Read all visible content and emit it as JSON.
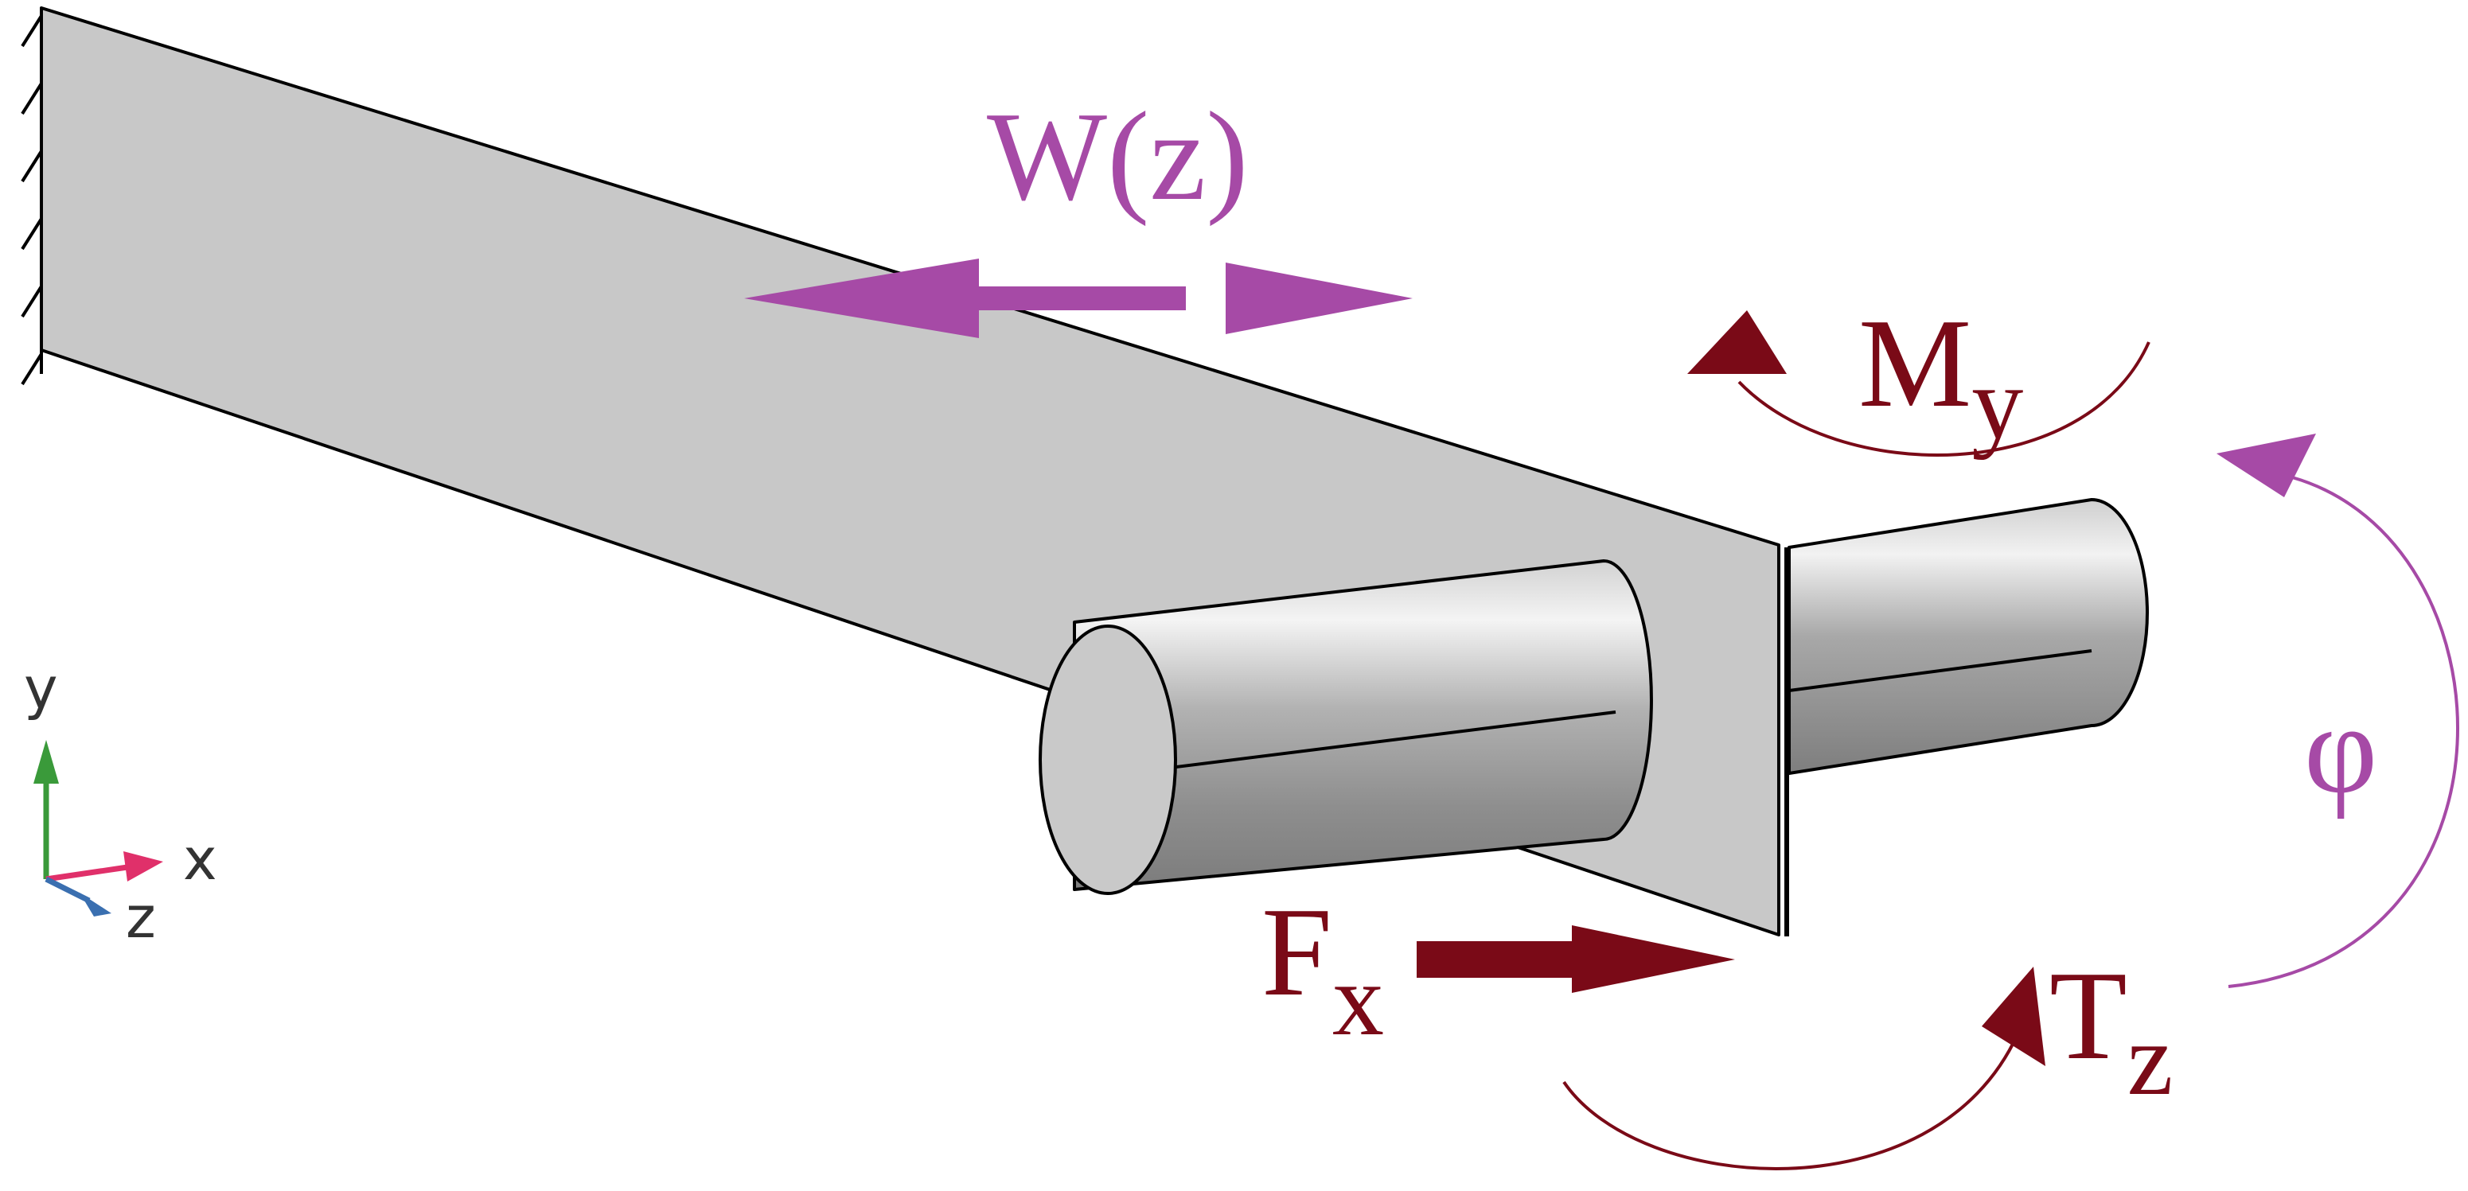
{
  "labels": {
    "displacement": "W(z)",
    "moment_main": "M",
    "moment_sub": "y",
    "rotation": "φ",
    "force_main": "F",
    "force_sub": "x",
    "torque_main": "T",
    "torque_sub": "z"
  },
  "axes": {
    "y": "y",
    "x": "x",
    "z": "z"
  },
  "colors": {
    "load_red": "#7a0a17",
    "kinematic_purple": "#a64aa6",
    "steel_gray": "#c8c8c8",
    "axis_y": "#3a9a3a",
    "axis_x": "#e0306a",
    "axis_z": "#3a6fb0"
  }
}
